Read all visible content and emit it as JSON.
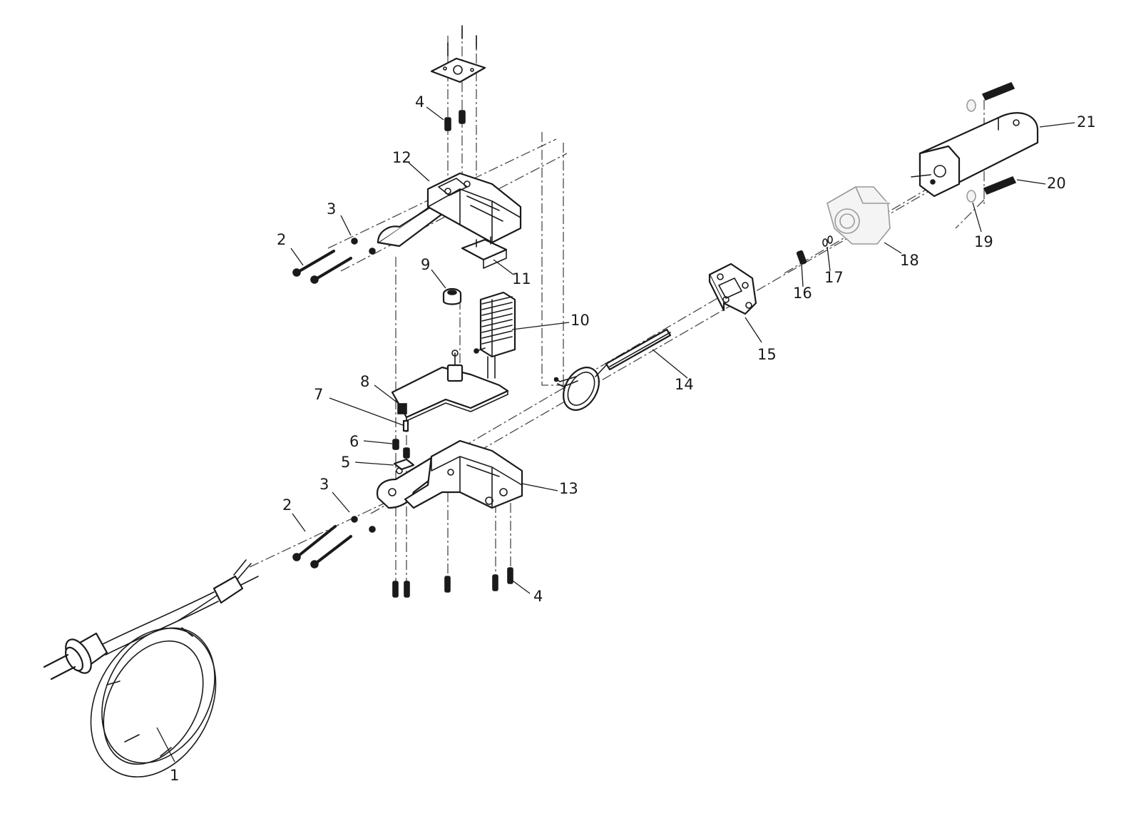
{
  "diagram": {
    "type": "exploded-parts-view",
    "colors": {
      "line": "#1a1a1a",
      "centerline": "#4a4a4a",
      "background": "#ffffff",
      "ghost_part": "#9a9a9a"
    },
    "callouts": {
      "c1": "1",
      "c2_upper": "2",
      "c2_lower": "2",
      "c3_upper": "3",
      "c3_lower": "3",
      "c4_upper": "4",
      "c4_lower": "4",
      "c5": "5",
      "c6": "6",
      "c7": "7",
      "c8": "8",
      "c9": "9",
      "c10": "10",
      "c11": "11",
      "c12": "12",
      "c13": "13",
      "c14": "14",
      "c15": "15",
      "c16": "16",
      "c17": "17",
      "c18": "18",
      "c19": "19",
      "c20": "20",
      "c21": "21"
    }
  }
}
